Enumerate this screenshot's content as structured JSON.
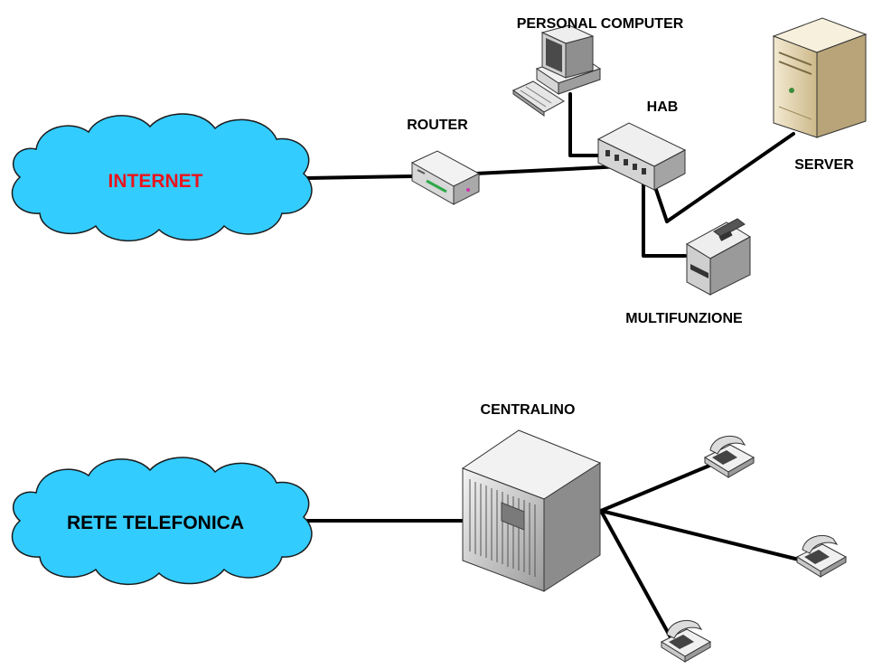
{
  "clouds": {
    "internet": {
      "label": "INTERNET",
      "fill": "#33ccff",
      "text_color": "#e8141c"
    },
    "phone_network": {
      "label": "RETE TELEFONICA",
      "fill": "#33ccff",
      "text_color": "#000000"
    }
  },
  "devices": {
    "router": {
      "label": "ROUTER",
      "icon": "router-icon"
    },
    "pc": {
      "label": "PERSONAL COMPUTER",
      "icon": "desktop-computer-icon"
    },
    "hub": {
      "label": "HAB",
      "icon": "network-hub-icon"
    },
    "server": {
      "label": "SERVER",
      "icon": "tower-server-icon"
    },
    "mfp": {
      "label": "MULTIFUNZIONE",
      "icon": "multifunction-printer-icon"
    },
    "pbx": {
      "label": "CENTRALINO",
      "icon": "pbx-switch-icon"
    },
    "phones": [
      {
        "icon": "telephone-icon"
      },
      {
        "icon": "telephone-icon"
      },
      {
        "icon": "telephone-icon"
      }
    ]
  }
}
